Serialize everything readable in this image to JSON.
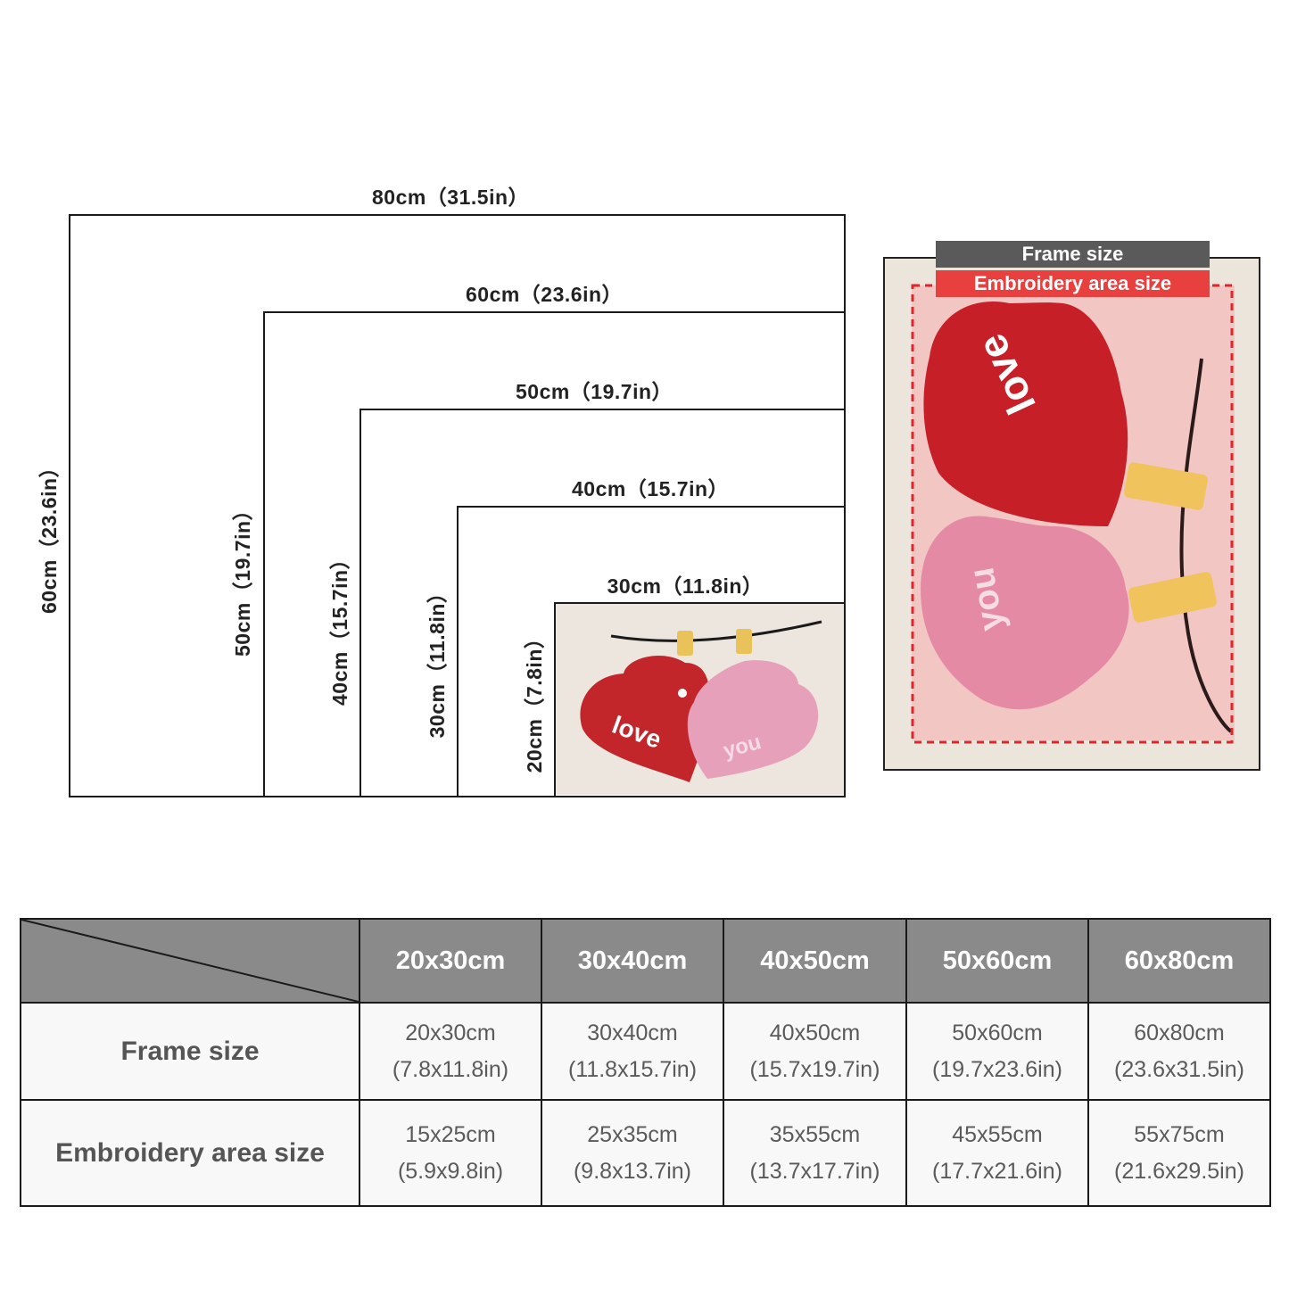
{
  "diagram": {
    "widths": [
      {
        "label": "80cm（31.5in）"
      },
      {
        "label": "60cm（23.6in）"
      },
      {
        "label": "50cm（19.7in）"
      },
      {
        "label": "40cm（15.7in）"
      },
      {
        "label": "30cm（11.8in）"
      }
    ],
    "heights": [
      {
        "label": "60cm（23.6in）"
      },
      {
        "label": "50cm（19.7in）"
      },
      {
        "label": "40cm（15.7in）"
      },
      {
        "label": "30cm（11.8in）"
      },
      {
        "label": "20cm（7.8in）"
      }
    ]
  },
  "product": {
    "frame_banner": "Frame size",
    "embroidery_banner": "Embroidery area size",
    "heart_text_1": "love",
    "heart_text_2": "you"
  },
  "table": {
    "columns": [
      "20x30cm",
      "30x40cm",
      "40x50cm",
      "50x60cm",
      "60x80cm"
    ],
    "rows": [
      {
        "label": "Frame size",
        "cells": [
          {
            "cm": "20x30cm",
            "in": "(7.8x11.8in)"
          },
          {
            "cm": "30x40cm",
            "in": "(11.8x15.7in)"
          },
          {
            "cm": "40x50cm",
            "in": "(15.7x19.7in)"
          },
          {
            "cm": "50x60cm",
            "in": "(19.7x23.6in)"
          },
          {
            "cm": "60x80cm",
            "in": "(23.6x31.5in)"
          }
        ]
      },
      {
        "label": "Embroidery area size",
        "cells": [
          {
            "cm": "15x25cm",
            "in": "(5.9x9.8in)"
          },
          {
            "cm": "25x35cm",
            "in": "(9.8x13.7in)"
          },
          {
            "cm": "35x55cm",
            "in": "(13.7x17.7in)"
          },
          {
            "cm": "45x55cm",
            "in": "(17.7x21.6in)"
          },
          {
            "cm": "55x75cm",
            "in": "(21.6x29.5in)"
          }
        ]
      }
    ]
  }
}
